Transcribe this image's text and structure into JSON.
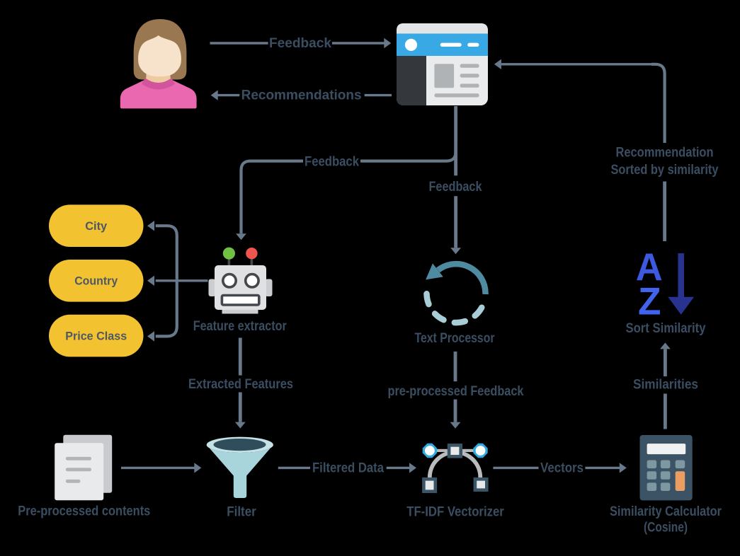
{
  "canvas": {
    "background": "#000000"
  },
  "palette": {
    "edge_line": "#68798b",
    "label_text": "#3b4e61",
    "pill_fill": "#f2c230",
    "pill_text": "#4d5863",
    "browser_blue": "#39a9e6",
    "browser_body": "#e9ebec",
    "browser_sidebar": "#34383c",
    "avatar_hair": "#997851",
    "avatar_skin": "#f7e3cb",
    "avatar_shirt": "#e968b0",
    "robot_body": "#dfe1e3",
    "robot_green": "#70c043",
    "robot_red": "#f0564f",
    "processor_dark_teal": "#4e8aa0",
    "processor_light_teal": "#a9cdd6",
    "sort_a_blue": "#3c59e0",
    "sort_z_blue": "#4064ee",
    "sort_arrow_navy": "#283390",
    "funnel_body": "#a8d4dc",
    "funnel_mouth": "#304d5c",
    "calculator_body": "#3b5365",
    "calculator_button": "#7e98a2",
    "calculator_orange": "#eb9e61",
    "vectorizer_node_blue": "#2fa9e2"
  },
  "nodes": {
    "user": {
      "icon": "person-icon"
    },
    "web_app": {
      "icon": "browser-icon"
    },
    "features": {
      "items": [
        "City",
        "Country",
        "Price Class"
      ]
    },
    "feature_extractor": {
      "label": "Feature extractor",
      "icon": "robot-icon"
    },
    "text_processor": {
      "label": "Text Processor",
      "icon": "refresh-cycle-icon"
    },
    "sort_similarity": {
      "label": "Sort Similarity",
      "icon": "sort-az-icon",
      "icon_letter_a": "A",
      "icon_letter_z": "Z"
    },
    "preprocessed_contents": {
      "label": "Pre-processed contents",
      "icon": "documents-icon"
    },
    "filter": {
      "label": "Filter",
      "icon": "funnel-icon"
    },
    "tfidf_vectorizer": {
      "label": "TF-IDF Vectorizer",
      "icon": "bezier-curve-icon"
    },
    "similarity_calculator": {
      "label_line1": "Similarity Calculator",
      "label_line2": "(Cosine)",
      "icon": "calculator-icon"
    }
  },
  "edges": {
    "user_feedback": {
      "label": "Feedback"
    },
    "recommendations": {
      "label": "Recommendations"
    },
    "feedback_to_extractor": {
      "label": "Feedback"
    },
    "feedback_to_processor": {
      "label": "Feedback"
    },
    "recommendation_sorted": {
      "label_line1": "Recommendation",
      "label_line2": "Sorted by similarity"
    },
    "extracted_features": {
      "label": "Extracted Features"
    },
    "preprocessed_feedback": {
      "label": "pre-processed Feedback"
    },
    "similarities": {
      "label": "Similarities"
    },
    "filtered_data": {
      "label": "Filtered Data"
    },
    "vectors": {
      "label": "Vectors"
    }
  }
}
